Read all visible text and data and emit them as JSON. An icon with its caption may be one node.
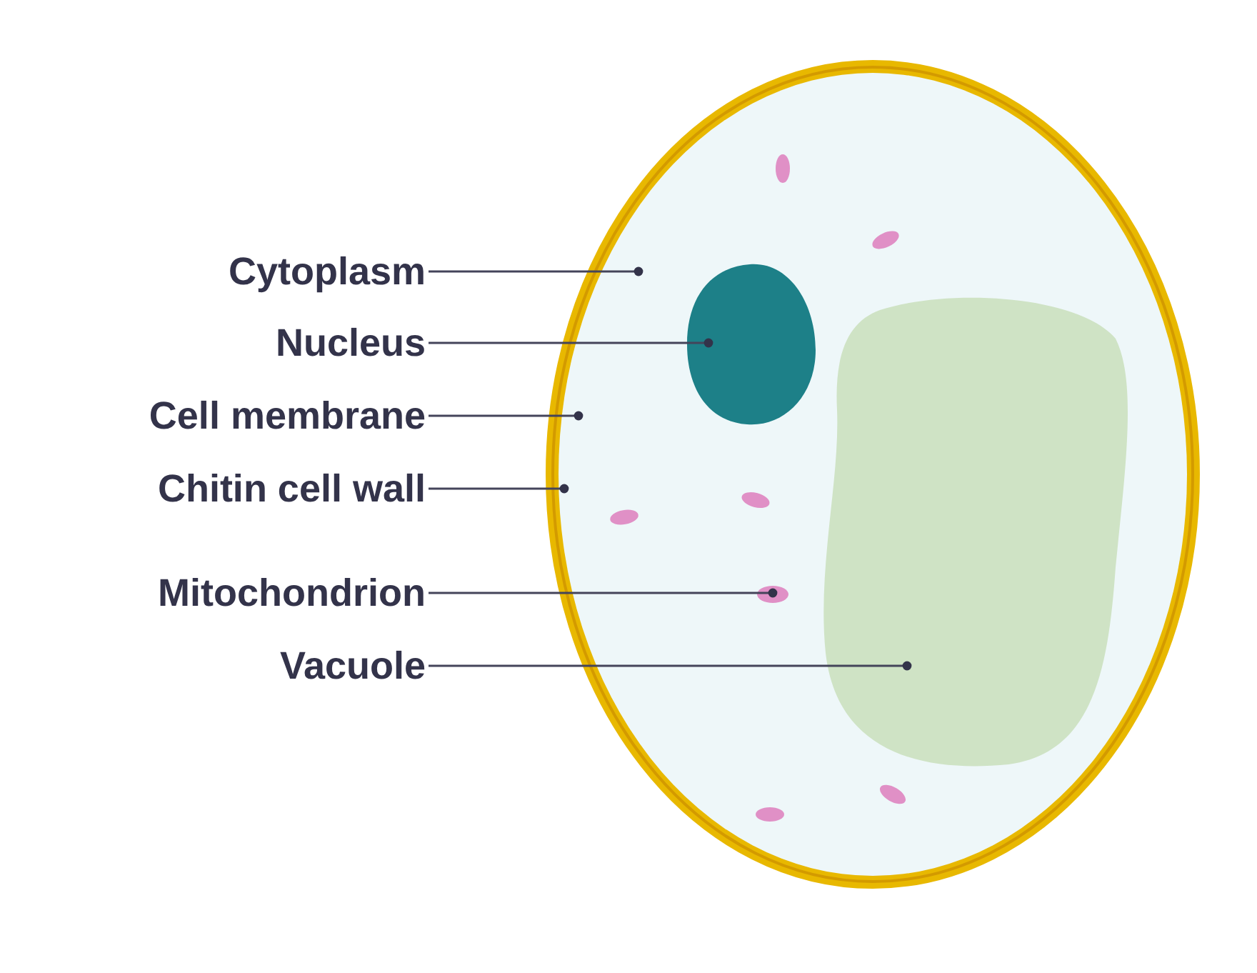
{
  "diagram": {
    "nodes": [
      {
        "text": [
          "Cytoplasm"
        ]
      },
      {
        "text": [
          "Nucleus"
        ]
      },
      {
        "text": [
          "Cell membrane"
        ]
      },
      {
        "text": [
          "Chitin cell wall"
        ]
      },
      {
        "text": [
          "Mitochondrion"
        ]
      },
      {
        "text": [
          "Vacuole"
        ]
      },
      {
        "text": [],
        "shape": "circle"
      },
      {
        "text": [],
        "shape": "circle",
        "in": 6
      },
      {
        "text": [],
        "shape": "circle",
        "in": 7
      },
      {
        "text": [],
        "shape": "circle",
        "in": 7
      },
      {
        "text": [],
        "shape": "circle",
        "in": 7
      }
    ],
    "edges": [
      {
        "from": 0,
        "to": 7,
        "arrow": "other"
      },
      {
        "from": 1,
        "to": 8,
        "arrow": "other"
      },
      {
        "from": 2,
        "to": 7,
        "arrow": "other"
      },
      {
        "from": 3,
        "to": 6,
        "arrow": "other"
      },
      {
        "from": 4,
        "to": 10,
        "arrow": "other"
      },
      {
        "from": 5,
        "to": 9,
        "arrow": "other"
      }
    ]
  }
}
